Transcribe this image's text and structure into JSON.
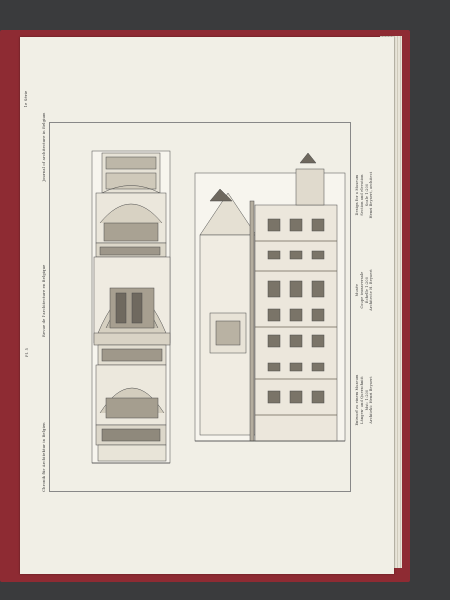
{
  "page": {
    "series_label": "1e Série",
    "plate_number": "Pl. 5",
    "headers": [
      "Chronik für Architektur in Belgien",
      "Revue de l'architecture en Belgique",
      "Journal of architecture in Belgium"
    ],
    "caption_left": [
      "Entwurf zu einem Museum",
      "Längen- und Querschnitt",
      "Mst: 1:200",
      "Architekt: Henri Beyaert"
    ],
    "caption_center": [
      "Musée",
      "Coupe transversale",
      "Échelle 1:200",
      "Architecte H. Beyaert"
    ],
    "caption_right": [
      "Design for a Museum",
      "Section and elevation",
      "Scale 1:200",
      "Henri Beyaert, architect"
    ]
  },
  "colors": {
    "binding": "#8e2b33",
    "paper": "#f1efe6",
    "ink": "#333333"
  }
}
